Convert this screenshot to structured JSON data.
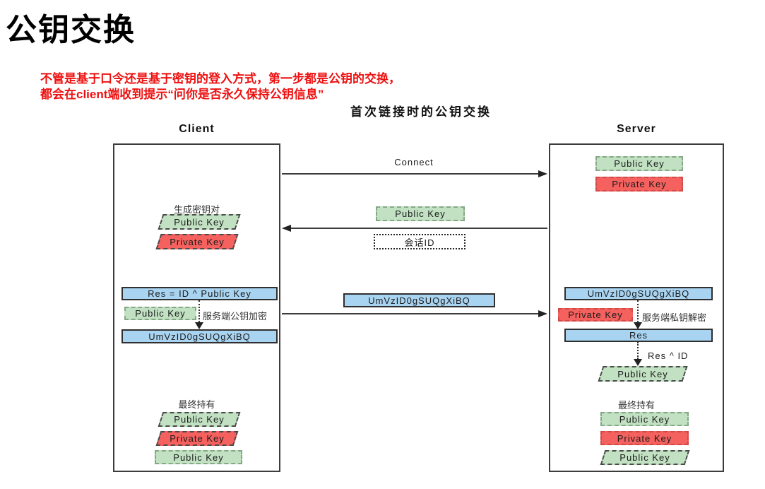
{
  "page": {
    "title": "公钥交换",
    "note_line1": "不管是基于口令还是基于密钥的登入方式，第一步都是公钥的交换，",
    "note_line2": "都会在client端收到提示“问你是否永久保持公钥信息”",
    "diagram_title": "首次链接时的公钥交换"
  },
  "labels": {
    "public_key": "Public Key",
    "private_key": "Private Key",
    "ciphertext": "UmVzID0gSUQgXiBQ",
    "final_hold": "最终持有"
  },
  "client": {
    "header": "Client",
    "generate_label": "生成密钥对",
    "res_formula": "Res = ID ^ Public Key",
    "encrypt_label": "服务端公钥加密"
  },
  "server": {
    "header": "Server",
    "decrypt_label": "服务端私钥解密",
    "res_label": "Res",
    "res_xor_label": "Res ^ ID"
  },
  "channel": {
    "connect_label": "Connect",
    "session_id_label": "会话ID"
  },
  "colors": {
    "key_green": "#c1e1c2",
    "key_red": "#f4615e",
    "box_blue": "#a9d4f1",
    "note_red": "#ee1010",
    "line_dark": "#3c3c3c"
  }
}
